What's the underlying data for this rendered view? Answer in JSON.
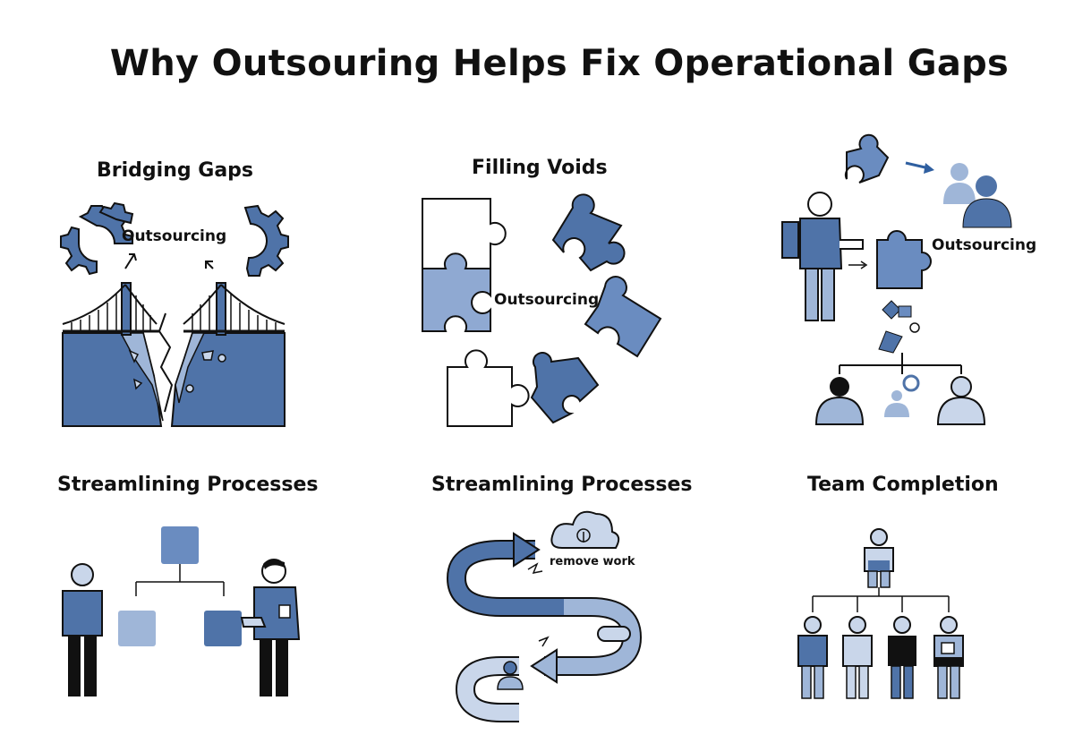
{
  "title": "Why Outsouring Helps Fix Operational Gaps",
  "colors": {
    "primary": "#4f73a8",
    "light": "#9fb6d8",
    "pale": "#c9d6ea",
    "ink": "#111111"
  },
  "panels": [
    {
      "title": "Bridging Gaps",
      "label": "Outsourcing",
      "icons": [
        "gear-icon",
        "bridge-icon",
        "crack-icon"
      ]
    },
    {
      "title": "Filling Voids",
      "label": "Outsourcing",
      "icons": [
        "puzzle-piece-icon"
      ]
    },
    {
      "title": "",
      "label": "Outsourcing",
      "icons": [
        "person-icon",
        "puzzle-piece-icon",
        "org-chart-icon",
        "user-avatar-icon"
      ]
    },
    {
      "title": "Streamlining Processes",
      "label": "",
      "icons": [
        "person-icon",
        "block-diagram-icon"
      ]
    },
    {
      "title": "Streamlining Processes",
      "label": "remove work",
      "icons": [
        "cloud-icon",
        "curved-arrow-icon",
        "user-avatar-icon"
      ]
    },
    {
      "title": "Team Completion",
      "label": "",
      "icons": [
        "org-chart-icon",
        "person-icon"
      ]
    }
  ]
}
